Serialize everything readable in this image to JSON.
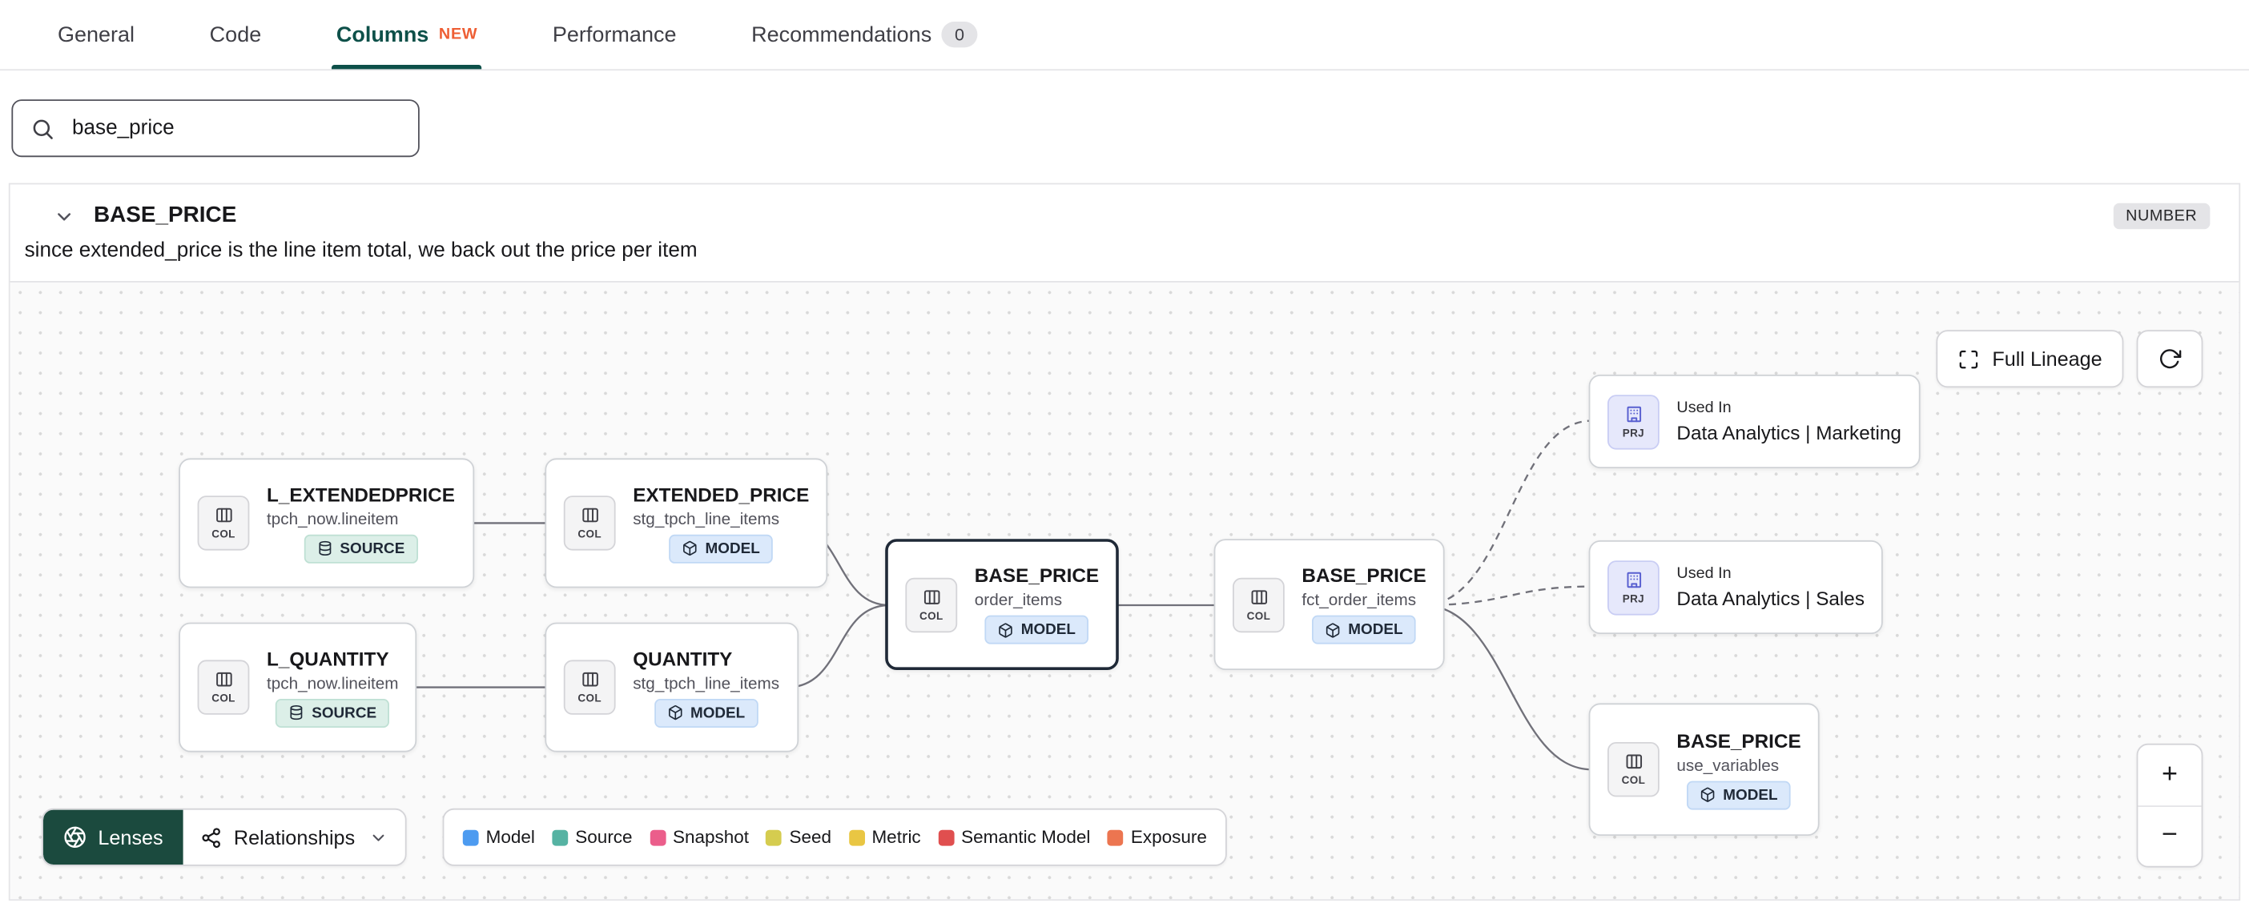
{
  "colors": {
    "accent": "#0D5049",
    "new_badge": "#EE5E34",
    "lenses_bg": "#1B4A3E",
    "legend_model": "#4D9BF0",
    "legend_source": "#56B3A3",
    "legend_snapshot": "#EB5E8B",
    "legend_seed": "#D5CC4F",
    "legend_metric": "#E9C643",
    "legend_semantic_model": "#E04F4F",
    "legend_exposure": "#EC7550"
  },
  "tabs": {
    "items": [
      {
        "label": "General"
      },
      {
        "label": "Code"
      },
      {
        "label": "Columns",
        "badge": "NEW"
      },
      {
        "label": "Performance"
      },
      {
        "label": "Recommendations",
        "count": "0"
      }
    ]
  },
  "search": {
    "value": "base_price"
  },
  "column_panel": {
    "title": "BASE_PRICE",
    "type": "NUMBER",
    "description": "since extended_price is the line item total, we back out the price per item"
  },
  "lineage": {
    "full_lineage_label": "Full Lineage",
    "toolbar": {
      "lenses": "Lenses",
      "relationships": "Relationships"
    },
    "zoom": {
      "in": "+",
      "out": "−"
    },
    "nodes": [
      {
        "icon_label": "COL",
        "title": "L_EXTENDEDPRICE",
        "subtitle": "tpch_now.lineitem",
        "badge": "SOURCE"
      },
      {
        "icon_label": "COL",
        "title": "EXTENDED_PRICE",
        "subtitle": "stg_tpch_line_items",
        "badge": "MODEL"
      },
      {
        "icon_label": "COL",
        "title": "L_QUANTITY",
        "subtitle": "tpch_now.lineitem",
        "badge": "SOURCE"
      },
      {
        "icon_label": "COL",
        "title": "QUANTITY",
        "subtitle": "stg_tpch_line_items",
        "badge": "MODEL"
      },
      {
        "icon_label": "COL",
        "title": "BASE_PRICE",
        "subtitle": "order_items",
        "badge": "MODEL"
      },
      {
        "icon_label": "COL",
        "title": "BASE_PRICE",
        "subtitle": "fct_order_items",
        "badge": "MODEL"
      },
      {
        "icon_label": "PRJ",
        "kicker": "Used In",
        "title": "Data Analytics | Marketing"
      },
      {
        "icon_label": "PRJ",
        "kicker": "Used In",
        "title": "Data Analytics | Sales"
      },
      {
        "icon_label": "COL",
        "title": "BASE_PRICE",
        "subtitle": "use_variables",
        "badge": "MODEL"
      }
    ],
    "legend": {
      "items": [
        {
          "label": "Model"
        },
        {
          "label": "Source"
        },
        {
          "label": "Snapshot"
        },
        {
          "label": "Seed"
        },
        {
          "label": "Metric"
        },
        {
          "label": "Semantic Model"
        },
        {
          "label": "Exposure"
        }
      ]
    }
  }
}
